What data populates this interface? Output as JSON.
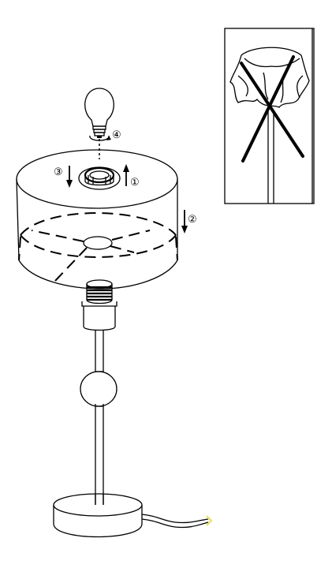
{
  "steps": [
    {
      "id": "step-1",
      "label": "①",
      "direction": "up"
    },
    {
      "id": "step-2",
      "label": "②",
      "direction": "down"
    },
    {
      "id": "step-3",
      "label": "③",
      "direction": "down"
    },
    {
      "id": "step-4",
      "label": "④",
      "direction": "rotate"
    }
  ],
  "inset": {
    "crossed_out": true
  },
  "colors": {
    "line": "#000000",
    "background": "#ffffff",
    "cable_tip": "#e8e060"
  }
}
